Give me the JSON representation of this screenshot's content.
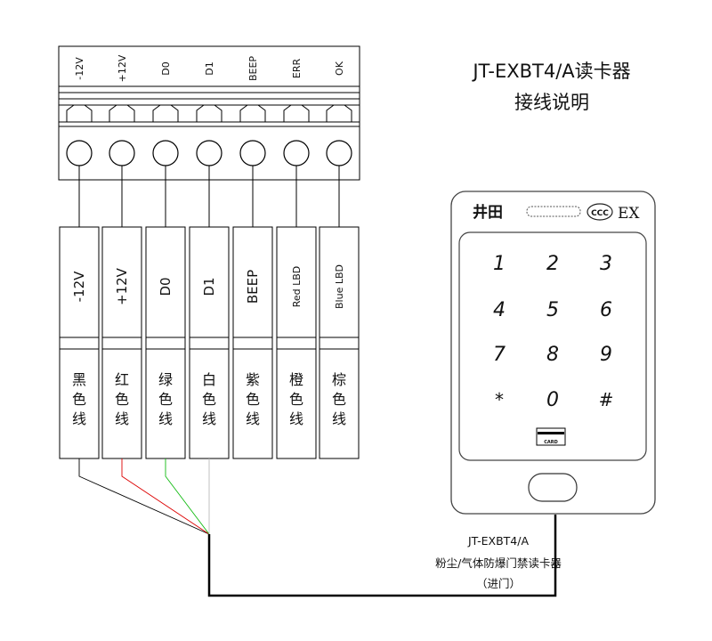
{
  "title": {
    "line1": "JT-EXBT4/A读卡器",
    "line2": "接线说明"
  },
  "terminals": [
    "-12V",
    "+12V",
    "D0",
    "D1",
    "BEEP",
    "ERR",
    "OK"
  ],
  "wires": [
    {
      "label": "-12V",
      "color_name": "黑色线",
      "wire_color": "#000000"
    },
    {
      "label": "+12V",
      "color_name": "红色线",
      "wire_color": "#dd0000"
    },
    {
      "label": "D0",
      "color_name": "绿色线",
      "wire_color": "#11bb11"
    },
    {
      "label": "D1",
      "color_name": "白色线",
      "wire_color": "#bbbbbb"
    },
    {
      "label": "BEEP",
      "color_name": "紫色线"
    },
    {
      "label": "Red LBD",
      "color_name": "橙色线"
    },
    {
      "label": "Blue LBD",
      "color_name": "棕色线"
    }
  ],
  "reader": {
    "brand": "井田",
    "cert_mark": "CCC",
    "ex_mark": "EX",
    "keys": [
      "1",
      "2",
      "3",
      "4",
      "5",
      "6",
      "7",
      "8",
      "9",
      "*",
      "0",
      "#"
    ],
    "card_label": "CARD"
  },
  "caption": {
    "line1": "JT-EXBT4/A",
    "line2": "粉尘/气体防爆门禁读卡器",
    "line3": "（进门）"
  }
}
